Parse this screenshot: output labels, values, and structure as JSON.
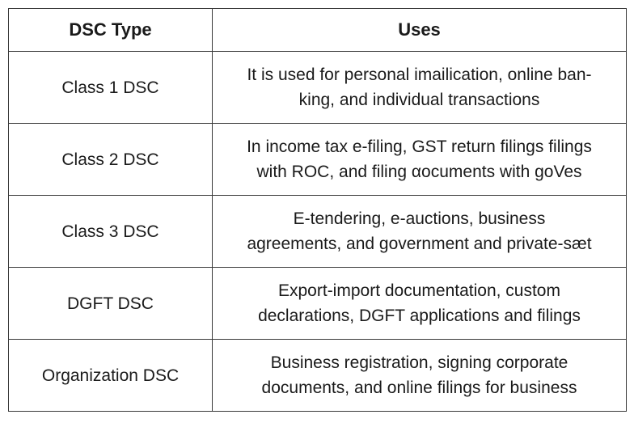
{
  "table": {
    "headers": [
      "DSC Type",
      "Uses"
    ],
    "rows": [
      {
        "type": "Class 1 DSC",
        "uses": [
          "It is used for personal imailication, online ban-",
          "king, and individual transactions"
        ]
      },
      {
        "type": "Class 2 DSC",
        "uses": [
          "In income tax e-filing, GST return filings  filings",
          "with ROC, and filing αocuments with goVes"
        ]
      },
      {
        "type": "Class 3 DSC",
        "uses": [
          "E-tendering, e-auctions, business",
          "agreements, and government and private-sæt"
        ]
      },
      {
        "type": "DGFT DSC",
        "uses": [
          "Export-import documentation, custom",
          "declarations, DGFT applications and filings"
        ]
      },
      {
        "type": "Organization DSC",
        "uses": [
          "Business registration, signing corporate",
          "documents, and online filings for business"
        ]
      }
    ]
  }
}
